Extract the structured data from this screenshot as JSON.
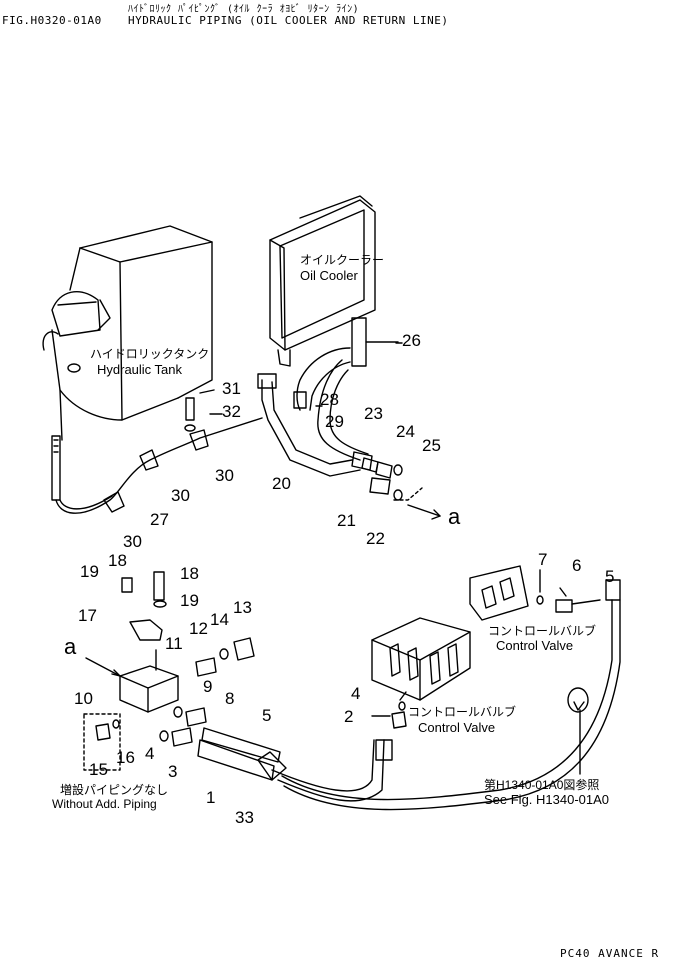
{
  "header": {
    "fig_no": "FIG.H0320-01A0",
    "title_jp": "ﾊｲﾄﾞﾛﾘｯｸ ﾊﾟｲﾋﾟﾝｸﾞ (ｵｲﾙ ｸｰﾗ ｵﾖﾋﾞ ﾘﾀｰﾝ ﾗｲﾝ)",
    "title_en": "HYDRAULIC PIPING (OIL COOLER AND RETURN LINE)"
  },
  "labels": {
    "oil_cooler_jp": "オイルクーラー",
    "oil_cooler_en": "Oil Cooler",
    "hyd_tank_jp": "ハイドロリックタンク",
    "hyd_tank_en": "Hydraulic Tank",
    "control_valve_jp": "コントロールバルブ",
    "control_valve_en": "Control Valve",
    "without_jp": "増設パイピングなし",
    "without_en": "Without Add. Piping",
    "see_jp": "第H1340-01A0図参照",
    "see_en": "See Fig. H1340-01A0",
    "arrow_a": "a",
    "footer": "PC40 AVANCE R"
  },
  "part_numbers": [
    "1",
    "2",
    "3",
    "4",
    "5",
    "7",
    "6",
    "5",
    "8",
    "9",
    "10",
    "11",
    "12",
    "13",
    "14",
    "15",
    "16",
    "17",
    "18",
    "18",
    "19",
    "19",
    "20",
    "21",
    "22",
    "23",
    "24",
    "25",
    "26",
    "27",
    "28",
    "29",
    "30",
    "30",
    "30",
    "31",
    "32",
    "33",
    "4"
  ]
}
